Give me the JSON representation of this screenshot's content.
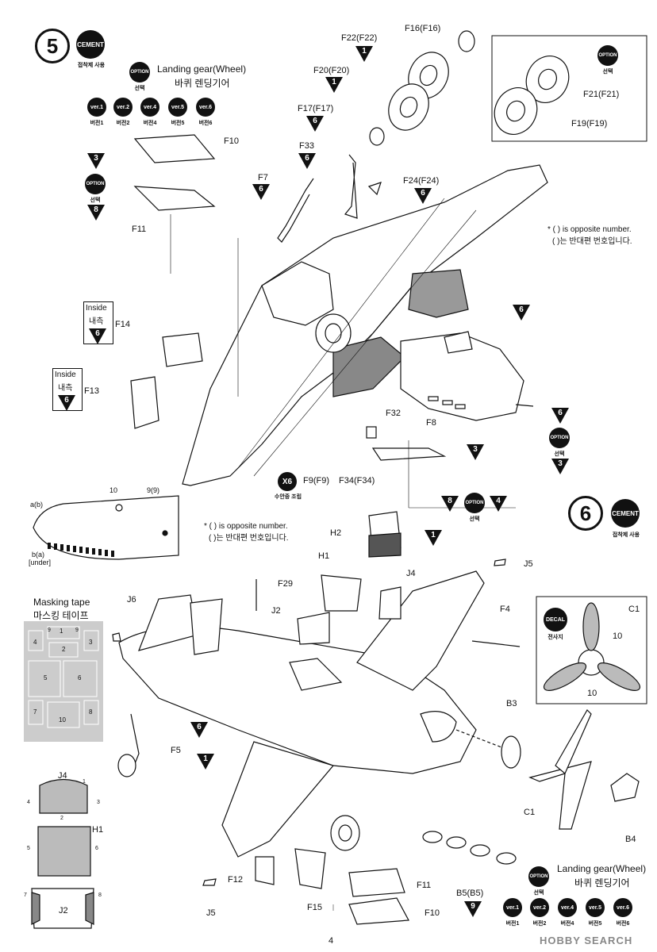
{
  "step5": {
    "number": "5",
    "cement_badge": "CEMENT",
    "cement_caption": "접착제 사용",
    "landing_gear_title": "Landing gear(Wheel)",
    "landing_gear_title_kr": "바퀴 렌딩기어",
    "option_badge": "OPTION",
    "option_caption": "선택",
    "versions": [
      {
        "badge": "ver.1",
        "caption": "버전1"
      },
      {
        "badge": "ver.2",
        "caption": "버전2"
      },
      {
        "badge": "ver.4",
        "caption": "버전4"
      },
      {
        "badge": "ver.5",
        "caption": "버전5"
      },
      {
        "badge": "ver.6",
        "caption": "버전6"
      }
    ],
    "option_box_badge": "OPTION",
    "option_box_caption": "선택",
    "option_box_labels": [
      "F21(F21)",
      "F19(F19)"
    ],
    "inside_label": "Inside",
    "inside_label_kr": "내측",
    "opposite_note_en": "* (   ) is opposite number.",
    "opposite_note_kr": "(   )는 반대편 번호입니다.",
    "x6_badge": "X6",
    "x6_caption": "수안중 조립",
    "parts": [
      "F22(F22)",
      "F16(F16)",
      "F20(F20)",
      "F17(F17)",
      "F33",
      "F7",
      "F24(F24)",
      "F10",
      "F11",
      "F14",
      "F13",
      "F32",
      "F8",
      "F9(F9)",
      "F34(F34)"
    ],
    "markers": [
      "1",
      "1",
      "6",
      "6",
      "6",
      "6",
      "3",
      "8",
      "6",
      "6",
      "6",
      "6",
      "3",
      "3",
      "8",
      "4"
    ]
  },
  "step6": {
    "number": "6",
    "cement_badge": "CEMENT",
    "cement_caption": "접착제 사용",
    "opposite_note_en": "* (   ) is opposite number.",
    "opposite_note_kr": "(   )는 반대편 번호입니다.",
    "masking_title": "Masking tape",
    "masking_title_kr": "마스킹 테이프",
    "masking_numbers": [
      "1",
      "2",
      "3",
      "4",
      "5",
      "6",
      "7",
      "8",
      "9",
      "9",
      "10"
    ],
    "detail_labels": [
      "J4",
      "1",
      "2",
      "3",
      "4",
      "H1",
      "5",
      "6",
      "J2",
      "7",
      "8"
    ],
    "fuselage_labels": [
      "a(b)",
      "b(a)",
      "[under]",
      "10",
      "9(9)"
    ],
    "parts": [
      "H2",
      "H1",
      "J4",
      "J5",
      "F29",
      "J2",
      "J6",
      "F4",
      "F5",
      "B3",
      "C1",
      "B4",
      "F12",
      "J5",
      "F15",
      "F11",
      "F10",
      "B5(B5)"
    ],
    "markers": [
      "1",
      "6",
      "1",
      "9"
    ],
    "decal_box": {
      "badge": "DECAL",
      "caption": "전사지",
      "part": "C1",
      "labels": [
        "10",
        "10"
      ]
    },
    "landing_gear_title": "Landing gear(Wheel)",
    "landing_gear_title_kr": "바퀴 렌딩기어",
    "option_badge": "OPTION",
    "option_caption": "선택"
  },
  "footer": {
    "page_number": "4",
    "watermark": "HOBBY SEARCH"
  }
}
